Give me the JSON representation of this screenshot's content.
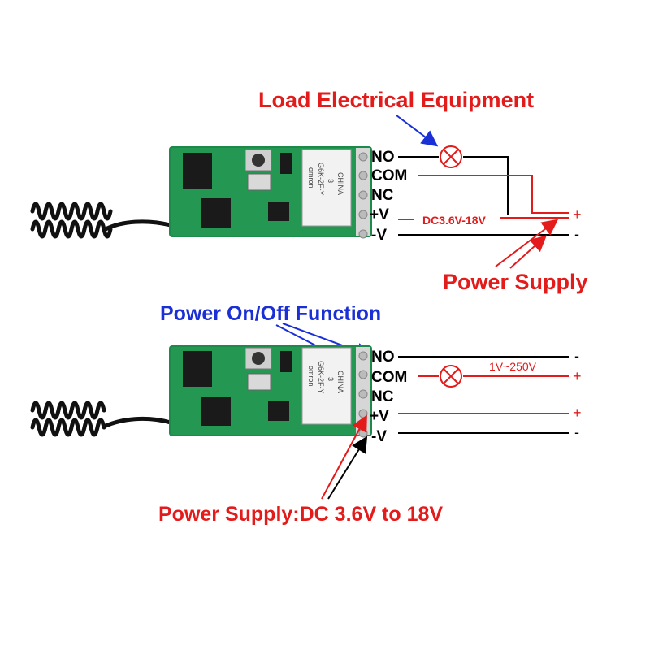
{
  "colors": {
    "red": "#e31b1b",
    "blue": "#1b2fd6",
    "wire": "#000000",
    "board": "#1e8a4a",
    "chip": "#1a1a1a"
  },
  "top": {
    "title": "Load Electrical Equipment",
    "pins": [
      "NO",
      "COM",
      "NC",
      "+V",
      "-V"
    ],
    "voltage": "DC3.6V-18V",
    "plus": "+",
    "minus": "-",
    "supply": "Power Supply",
    "relay_text": [
      "omron",
      "G6K-2F-Y",
      "3",
      "CHINA"
    ]
  },
  "bottom": {
    "title": "Power On/Off Function",
    "pins": [
      "NO",
      "COM",
      "NC",
      "+V",
      "-V"
    ],
    "load_voltage": "1V~250V",
    "minus1": "-",
    "plus1": "+",
    "plus2": "+",
    "minus2": "-",
    "supply": "Power Supply:DC 3.6V to 18V",
    "relay_text": [
      "omron",
      "G6K-2F-Y",
      "3",
      "CHINA"
    ]
  }
}
